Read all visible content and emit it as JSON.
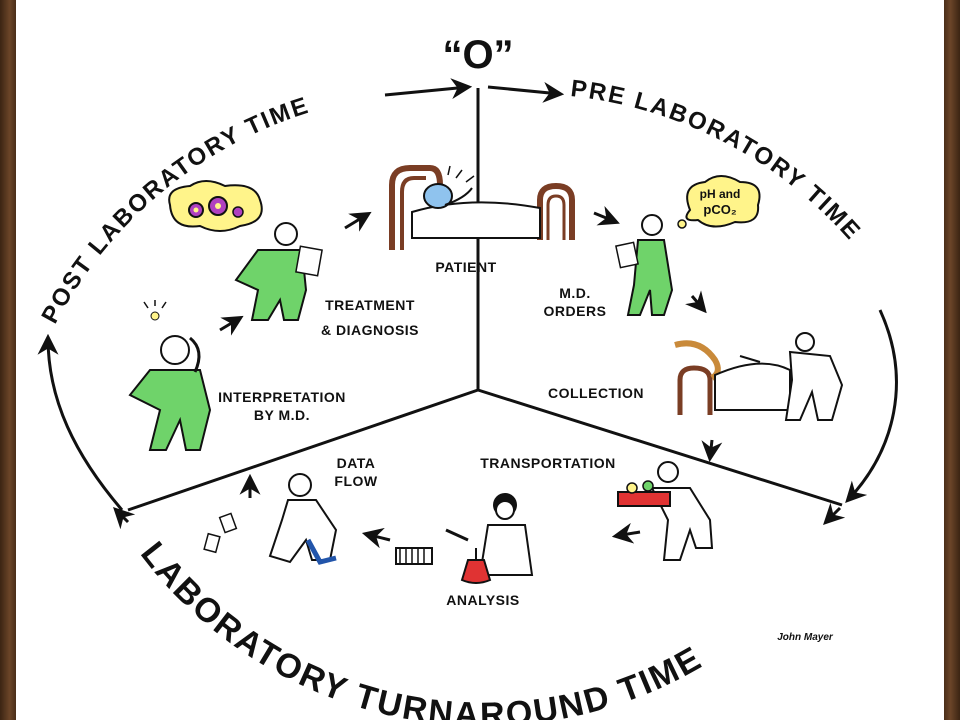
{
  "diagram": {
    "zero_label": "“O”",
    "arc_titles": {
      "post": "POST LABORATORY TIME",
      "pre": "PRE LABORATORY TIME",
      "turnaround": "LABORATORY TURNAROUND TIME"
    },
    "steps": {
      "patient": "PATIENT",
      "md_orders_1": "M.D.",
      "md_orders_2": "ORDERS",
      "collection": "COLLECTION",
      "transportation": "TRANSPORTATION",
      "analysis": "ANALYSIS",
      "data_flow_1": "DATA",
      "data_flow_2": "FLOW",
      "interpretation_1": "INTERPRETATION",
      "interpretation_2": "BY M.D.",
      "treatment_1": "TREATMENT",
      "treatment_2": "& DIAGNOSIS"
    },
    "thought_bubble_1": "pH and",
    "thought_bubble_2": "pCO₂",
    "signature": "John Mayer",
    "colors": {
      "outline": "#111111",
      "doctor_green": "#6fd36a",
      "patient_blue": "#8fc3ee",
      "bed_brown": "#7a3d24",
      "bubble_yellow": "#fff48a",
      "gear_purple": "#b040c0",
      "tray_red": "#e03333",
      "frame_brown": "#5a3a22"
    }
  }
}
